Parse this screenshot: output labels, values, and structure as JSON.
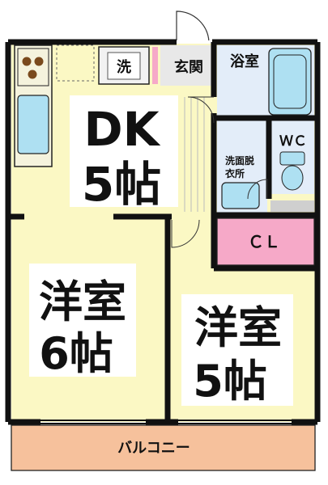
{
  "colors": {
    "wall": "#111111",
    "floor_yellow": "#fbf8c4",
    "floor_light": "#f7f9ee",
    "bath": "#e3edf9",
    "fixture": "#aee0f2",
    "closet_pink": "#f6a9c8",
    "balcony": "#f6c19c",
    "room_label_bg": "#ffffff"
  },
  "rooms": {
    "dk": {
      "line1": "DK",
      "line2": "5帖"
    },
    "western6": {
      "line1": "洋室",
      "line2": "6帖"
    },
    "western5": {
      "line1": "洋室",
      "line2": "5帖"
    }
  },
  "labels": {
    "washer": "洗",
    "entrance": "玄関",
    "bathroom": "浴室",
    "toilet": "ＷＣ",
    "washroom_line1": "洗面脱",
    "washroom_line2": "衣所",
    "closet": "ＣＬ",
    "balcony": "バルコニー"
  },
  "icons": [
    "stove-icon",
    "kitchen-sink-icon",
    "washing-machine-icon",
    "bathtub-icon",
    "toilet-icon",
    "wash-basin-icon",
    "refrigerator-icon"
  ]
}
